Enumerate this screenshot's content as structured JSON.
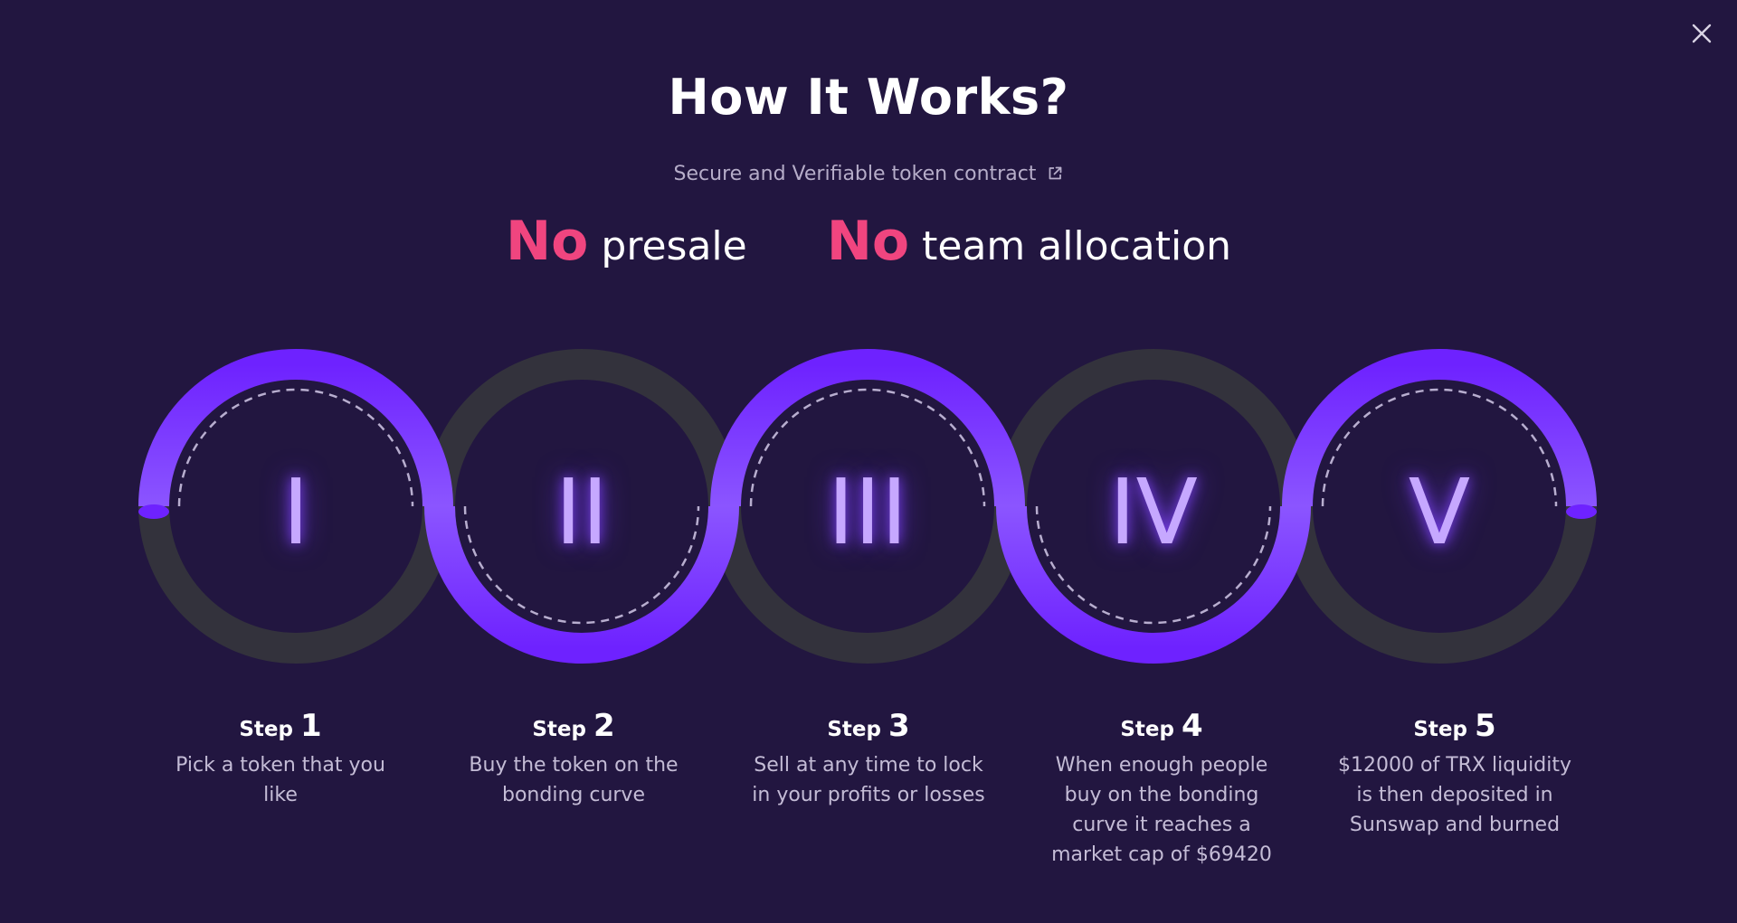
{
  "header": {
    "title": "How It Works?",
    "contract_link": "Secure and Verifiable token contract"
  },
  "claims": [
    {
      "no": "No",
      "text": "presale"
    },
    {
      "no": "No",
      "text": "team allocation"
    }
  ],
  "steps": [
    {
      "numeral": "I",
      "word": "Step",
      "num": "1",
      "desc": [
        "Pick a token that you",
        "like"
      ]
    },
    {
      "numeral": "II",
      "word": "Step",
      "num": "2",
      "desc": [
        "Buy the token on the",
        "bonding curve"
      ]
    },
    {
      "numeral": "III",
      "word": "Step",
      "num": "3",
      "desc": [
        "Sell at any time to lock",
        "in your profits or losses"
      ]
    },
    {
      "numeral": "IV",
      "word": "Step",
      "num": "4",
      "desc": [
        "When enough people",
        "buy on the bonding",
        "curve it reaches a",
        "market cap of $69420"
      ]
    },
    {
      "numeral": "V",
      "word": "Step",
      "num": "5",
      "desc": [
        "$12000 of TRX liquidity",
        "is then deposited in",
        "Sunswap and burned"
      ]
    }
  ],
  "colors": {
    "background": "#221640",
    "accent_pink": "#f0457f",
    "ring_active": "#6a2cff",
    "ring_inactive": "#33323c",
    "muted_text": "#b6adc9"
  },
  "icons": {
    "close": "close-icon",
    "external_link": "external-link-icon"
  }
}
